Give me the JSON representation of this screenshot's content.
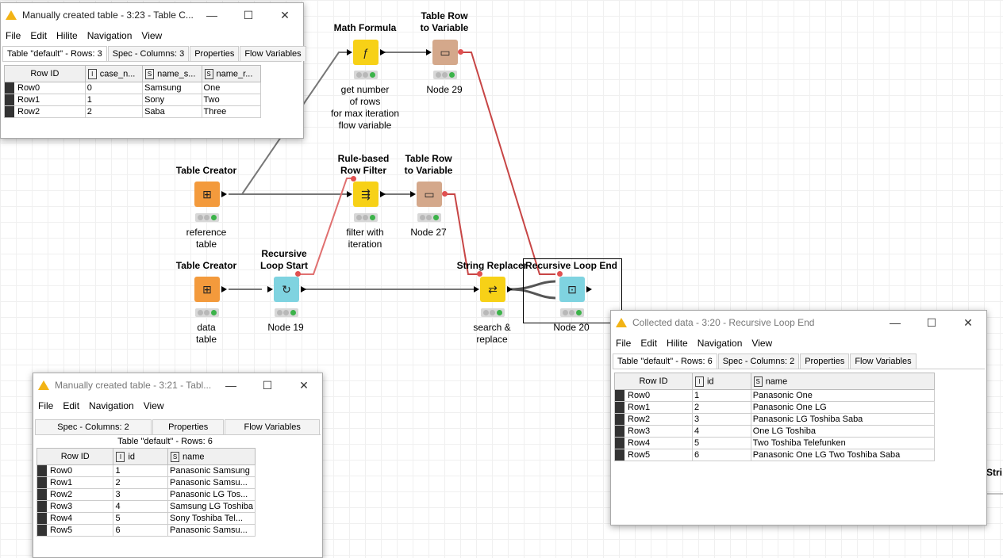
{
  "nodes": {
    "math": {
      "title": "Math Formula",
      "desc": [
        "get number",
        "of rows",
        "for max iteration",
        "flow variable"
      ]
    },
    "tr2v_top": {
      "title": [
        "Table Row",
        "to Variable"
      ],
      "desc": [
        "Node 29"
      ]
    },
    "tc_ref": {
      "title": "Table Creator",
      "desc": [
        "reference",
        "table"
      ]
    },
    "rule": {
      "title": [
        "Rule-based",
        "Row Filter"
      ],
      "desc": [
        "filter with",
        "iteration"
      ]
    },
    "tr2v_mid": {
      "title": [
        "Table Row",
        "to Variable"
      ],
      "desc": [
        "Node 27"
      ]
    },
    "tc_data": {
      "title": "Table Creator",
      "desc": [
        "data",
        "table"
      ]
    },
    "loop_start": {
      "title": [
        "Recursive",
        "Loop Start"
      ],
      "desc": [
        "Node 19"
      ]
    },
    "replacer": {
      "title": "String Replacer",
      "desc": [
        "search &",
        "replace"
      ]
    },
    "loop_end": {
      "title": "Recursive Loop End",
      "desc": [
        "Node 20"
      ]
    },
    "partial": {
      "title": "Stri"
    }
  },
  "win1": {
    "title": "Manually created table - 3:23 - Table C...",
    "menu": [
      "File",
      "Edit",
      "Hilite",
      "Navigation",
      "View"
    ],
    "tabs": [
      "Table \"default\" - Rows: 3",
      "Spec - Columns: 3",
      "Properties",
      "Flow Variables"
    ],
    "headers": [
      "Row ID",
      "case_n...",
      "name_s...",
      "name_r..."
    ],
    "header_types": [
      "",
      "I",
      "S",
      "S"
    ],
    "rows": [
      [
        "Row0",
        "0",
        "Samsung",
        "One"
      ],
      [
        "Row1",
        "1",
        "Sony",
        "Two"
      ],
      [
        "Row2",
        "2",
        "Saba",
        "Three"
      ]
    ]
  },
  "win2": {
    "title": "Manually created table - 3:21 - Tabl...",
    "menu": [
      "File",
      "Edit",
      "Navigation",
      "View"
    ],
    "tabs": [
      "Spec - Columns: 2",
      "Properties",
      "Flow Variables"
    ],
    "subtitle": "Table \"default\" - Rows: 6",
    "headers": [
      "Row ID",
      "id",
      "name"
    ],
    "header_types": [
      "",
      "I",
      "S"
    ],
    "rows": [
      [
        "Row0",
        "1",
        "Panasonic Samsung"
      ],
      [
        "Row1",
        "2",
        "Panasonic Samsu..."
      ],
      [
        "Row2",
        "3",
        "Panasonic LG Tos..."
      ],
      [
        "Row3",
        "4",
        "Samsung LG Toshiba"
      ],
      [
        "Row4",
        "5",
        "Sony Toshiba Tel..."
      ],
      [
        "Row5",
        "6",
        "Panasonic Samsu..."
      ]
    ]
  },
  "win3": {
    "title": "Collected data - 3:20 - Recursive Loop End",
    "menu": [
      "File",
      "Edit",
      "Hilite",
      "Navigation",
      "View"
    ],
    "tabs": [
      "Table \"default\" - Rows: 6",
      "Spec - Columns: 2",
      "Properties",
      "Flow Variables"
    ],
    "headers": [
      "Row ID",
      "id",
      "name"
    ],
    "header_types": [
      "",
      "I",
      "S"
    ],
    "rows": [
      [
        "Row0",
        "1",
        "Panasonic One"
      ],
      [
        "Row1",
        "2",
        "Panasonic One LG"
      ],
      [
        "Row2",
        "3",
        "Panasonic LG Toshiba Saba"
      ],
      [
        "Row3",
        "4",
        "One LG Toshiba"
      ],
      [
        "Row4",
        "5",
        "Two Toshiba Telefunken"
      ],
      [
        "Row5",
        "6",
        "Panasonic One LG Two Toshiba Saba"
      ]
    ]
  },
  "window_buttons": {
    "minimize": "—",
    "maximize": "☐",
    "close": "✕"
  },
  "colors": {
    "flow_variable": "#e05050",
    "manipulator": "#f7d117",
    "other": "#d4a88b",
    "source": "#f39a3c",
    "loop": "#7fd3e0"
  }
}
